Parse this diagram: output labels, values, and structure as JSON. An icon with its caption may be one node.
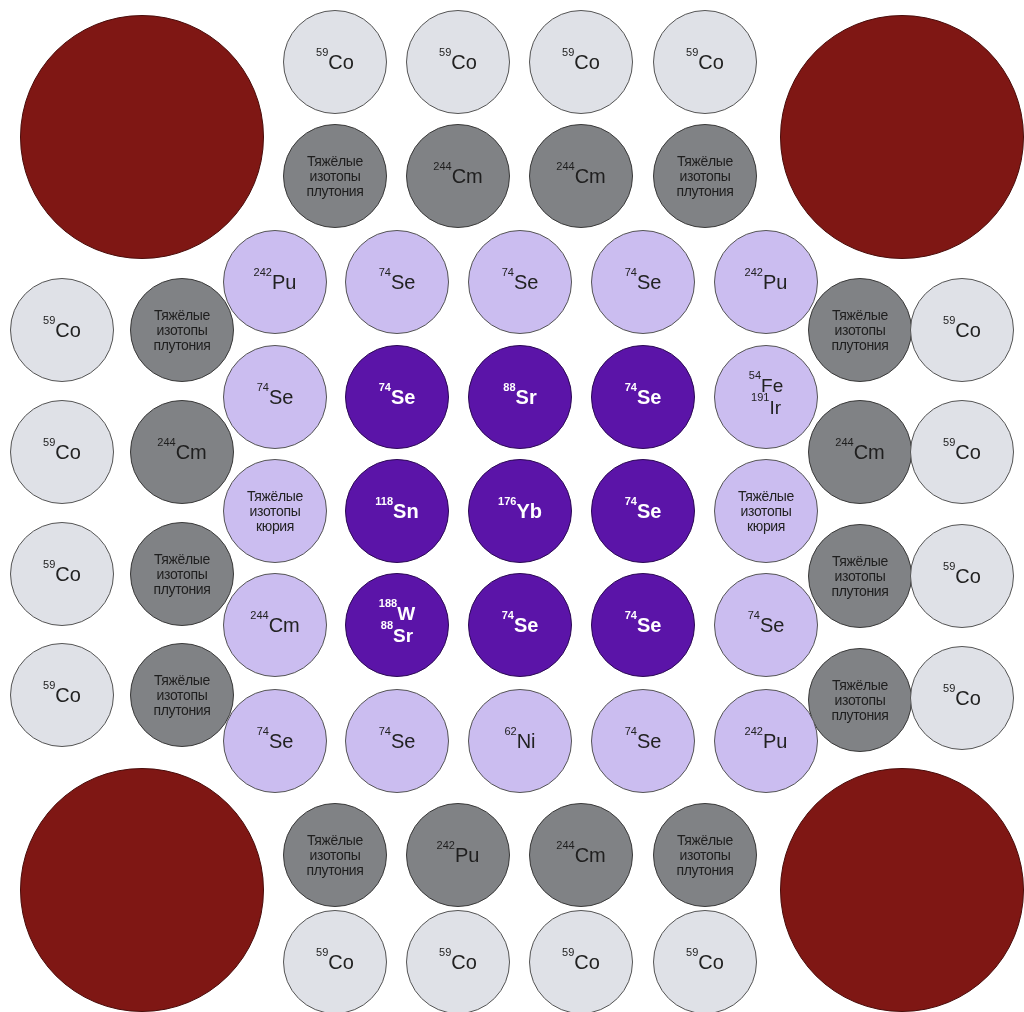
{
  "diagram": {
    "nodes": [
      {
        "text": [],
        "shape": "circle"
      },
      {
        "text": [
          "$^{59}$Co"
        ]
      },
      {
        "text": [
          "$^{59}$Co"
        ]
      },
      {
        "text": [
          "$^{59}$Co"
        ]
      },
      {
        "text": [
          "$^{59}$Co"
        ]
      },
      {
        "text": [],
        "shape": "circle"
      },
      {
        "text": [
          "Тяжёлые изотопы плутония"
        ]
      },
      {
        "text": [
          "$^{244}$Cm"
        ]
      },
      {
        "text": [
          "$^{244}$Cm"
        ]
      },
      {
        "text": [
          "Тяжёлые изотопы плутония"
        ]
      },
      {
        "text": [
          "$^{242}$Pu"
        ]
      },
      {
        "text": [
          "$^{74}$Se"
        ]
      },
      {
        "text": [
          "$^{74}$Se"
        ]
      },
      {
        "text": [
          "$^{74}$Se"
        ]
      },
      {
        "text": [
          "$^{242}$Pu"
        ]
      },
      {
        "text": [
          "$^{59}$Co"
        ]
      },
      {
        "text": [
          "Тяжёлые изотопы плутония"
        ]
      },
      {
        "text": [
          "Тяжёлые изотопы плутония"
        ]
      },
      {
        "text": [
          "$^{59}$Co"
        ]
      },
      {
        "text": [
          "$^{74}$Se"
        ]
      },
      {
        "text": [
          "$^{74}$Se"
        ]
      },
      {
        "text": [
          "$^{88}$Sr"
        ]
      },
      {
        "text": [
          "$^{74}$Se"
        ]
      },
      {
        "text": [
          "$^{54}$Fe",
          "$^{191}$Ir"
        ]
      },
      {
        "text": [
          "$^{59}$Co"
        ]
      },
      {
        "text": [
          "$^{244}$Cm"
        ]
      },
      {
        "text": [
          "$^{244}$Cm"
        ]
      },
      {
        "text": [
          "$^{59}$Co"
        ]
      },
      {
        "text": [
          "Тяжёлые изотопы кюрия"
        ]
      },
      {
        "text": [
          "$^{118}$Sn"
        ]
      },
      {
        "text": [
          "$^{176}$Yb"
        ]
      },
      {
        "text": [
          "$^{74}$Se"
        ]
      },
      {
        "text": [
          "Тяжёлые изотопы кюрия"
        ]
      },
      {
        "text": [
          "$^{59}$Co"
        ]
      },
      {
        "text": [
          "Тяжёлые изотопы плутония"
        ]
      },
      {
        "text": [
          "Тяжёлые изотопы плутония"
        ]
      },
      {
        "text": [
          "$^{59}$Co"
        ]
      },
      {
        "text": [
          "$^{244}$Cm"
        ]
      },
      {
        "text": [
          "$^{188}$W",
          "$^{88}$Sr"
        ]
      },
      {
        "text": [
          "$^{74}$Se"
        ]
      },
      {
        "text": [
          "$^{74}$Se"
        ]
      },
      {
        "text": [
          "$^{74}$Se"
        ]
      },
      {
        "text": [
          "$^{59}$Co"
        ]
      },
      {
        "text": [
          "Тяжёлые изотопы плутония"
        ]
      },
      {
        "text": [
          "Тяжёлые изотопы плутония"
        ]
      },
      {
        "text": [
          "$^{59}$Co"
        ]
      },
      {
        "text": [
          "$^{74}$Se"
        ]
      },
      {
        "text": [
          "$^{74}$Se"
        ]
      },
      {
        "text": [
          "$^{62}$Ni"
        ]
      },
      {
        "text": [
          "$^{74}$Se"
        ]
      },
      {
        "text": [
          "$^{242}$Pu"
        ]
      },
      {
        "text": [],
        "shape": "circle"
      },
      {
        "text": [
          "Тяжёлые изотопы плутония"
        ]
      },
      {
        "text": [
          "$^{242}$Pu"
        ]
      },
      {
        "text": [
          "$^{244}$Cm"
        ]
      },
      {
        "text": [
          "Тяжёлые изотопы плутония"
        ]
      },
      {
        "text": [],
        "shape": "circle"
      },
      {
        "text": [
          "$^{59}$Co"
        ]
      },
      {
        "text": [
          "$^{59}$Co"
        ]
      },
      {
        "text": [
          "$^{59}$Co"
        ]
      },
      {
        "text": [
          "$^{59}$Co"
        ]
      }
    ]
  }
}
